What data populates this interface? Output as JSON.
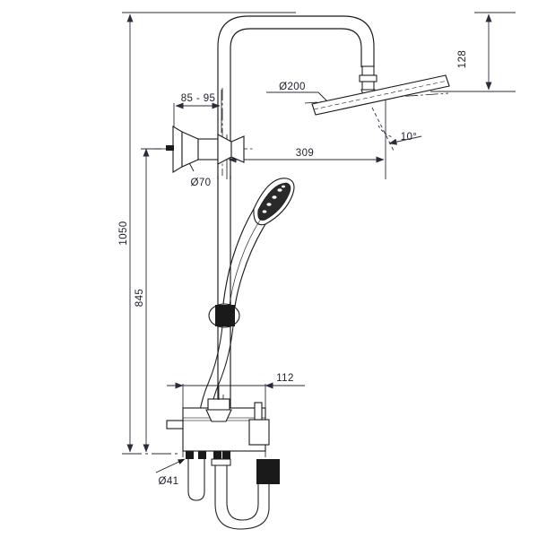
{
  "drawing": {
    "title": "Shower column technical drawing",
    "background_color": "#ffffff",
    "line_color": "#1a1a1a",
    "dim_line_color": "#2b2b3a",
    "text_color": "#1d1d2b",
    "fill_dark": "#1a1a1a"
  },
  "dimensions": {
    "overall_height": "1050",
    "rail_height": "845",
    "head_drop": "128",
    "arm_reach": "309",
    "wall_offset": "85 - 95",
    "valve_width": "112",
    "head_diameter": "Ø200",
    "wall_flange_diameter": "Ø70",
    "outlet_diameter": "Ø41",
    "head_angle": "10°"
  },
  "labels": {
    "head_diameter_label": "Ø200",
    "flange_label": "Ø70",
    "outlet_label": "Ø41",
    "angle_label": "10°",
    "reach_label": "309",
    "drop_label": "128",
    "offset_label": "85 - 95",
    "valve_label": "112",
    "total_label": "1050",
    "rail_label": "845"
  },
  "parts": {
    "riser_pipe": "riser-pipe",
    "shower_arm": "shower-arm",
    "overhead_shower": "overhead-rain-shower-head",
    "hand_shower": "hand-shower",
    "slider_bracket": "slider-bracket",
    "wall_connector": "wall-connector-flange",
    "mixer_valve": "mixer-valve-body",
    "valve_handle": "valve-handle",
    "diverter_knob": "diverter-knob",
    "shower_hose": "shower-hose",
    "hose_connector": "hose-connector-block"
  }
}
